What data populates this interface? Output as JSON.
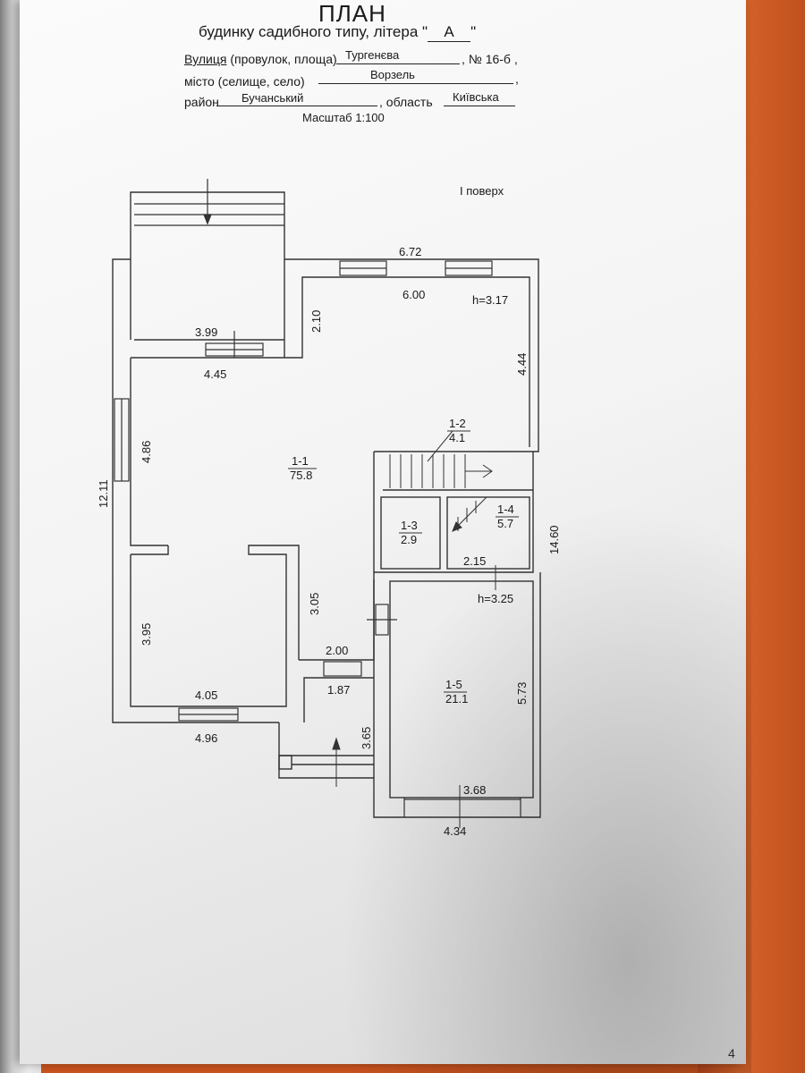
{
  "header": {
    "title": "ПЛАН",
    "subtitle_prefix": "будинку садибного типу, літера \"",
    "litera": "А",
    "subtitle_suffix": "\"",
    "street_label_a": "Вулиця",
    "street_label_b": " (провулок, площа)",
    "street_value": "Тургенєва",
    "number_label": ", № 16-б ,",
    "city_label": "місто (селище, село)",
    "city_value": "Ворзель",
    "city_comma": ",",
    "district_label": "район",
    "district_value": "Бучанський",
    "region_label": ", область",
    "region_value": "Київська",
    "scale": "Масштаб  1:100"
  },
  "floor_label": "I поверх",
  "rooms": [
    {
      "id": "1-1",
      "area": "75.8"
    },
    {
      "id": "1-2",
      "area": "4.1"
    },
    {
      "id": "1-3",
      "area": "2.9"
    },
    {
      "id": "1-4",
      "area": "5.7"
    },
    {
      "id": "1-5",
      "area": "21.1"
    }
  ],
  "heights": [
    "h=3.17",
    "h=3.25"
  ],
  "dimensions": {
    "top_outer": "6.72",
    "top_inner": "6.00",
    "terrace_width": "3.99",
    "terrace_depth": "2.10",
    "wall_445": "4.45",
    "right_444": "4.44",
    "left_486": "4.86",
    "overall_left": "12.11",
    "overall_right": "14.60",
    "left_395": "3.95",
    "mid_305": "3.05",
    "bottom_405": "4.05",
    "bottom_496": "4.96",
    "entry_200": "2.00",
    "entry_187": "1.87",
    "entry_365": "3.65",
    "room_215": "2.15",
    "garage_573": "5.73",
    "garage_368": "3.68",
    "garage_434": "4.34"
  },
  "page_number": "4"
}
